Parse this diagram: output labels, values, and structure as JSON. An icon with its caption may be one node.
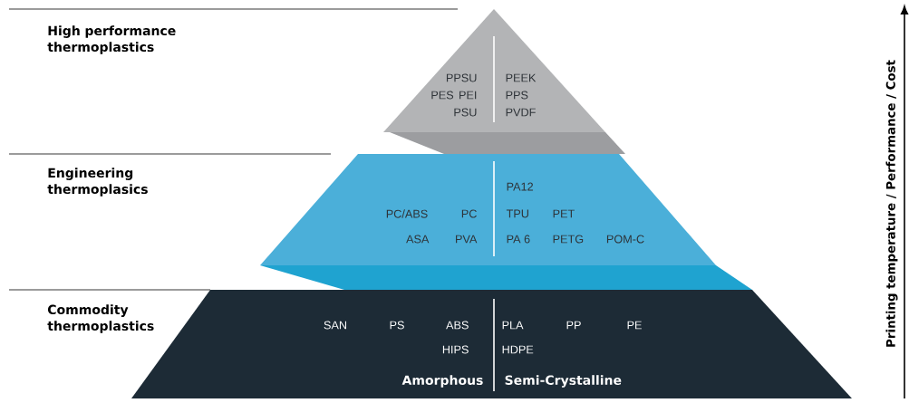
{
  "diagram": {
    "nodes": [
      {
        "text": [
          "PPSU",
          "PES",
          "PEI",
          "PSU",
          "PEEK",
          "PPS",
          "PVDF"
        ]
      },
      {
        "text": [
          "PC/ABS",
          "PC",
          "ASA",
          "PVA",
          "PA12",
          "TPU",
          "PET",
          "PA 6",
          "PETG",
          "POM-C"
        ]
      },
      {
        "text": [
          "SAN",
          "PS",
          "ABS",
          "HIPS",
          "PLA",
          "PP",
          "PE",
          "HDPE",
          "Amorphous",
          "Semi-Crystalline"
        ]
      }
    ],
    "labels": [
      "High performance thermoplastics",
      "Engineering thermoplasics",
      "Commodity thermoplastics",
      "Printing temperature / Performance / Cost"
    ]
  }
}
